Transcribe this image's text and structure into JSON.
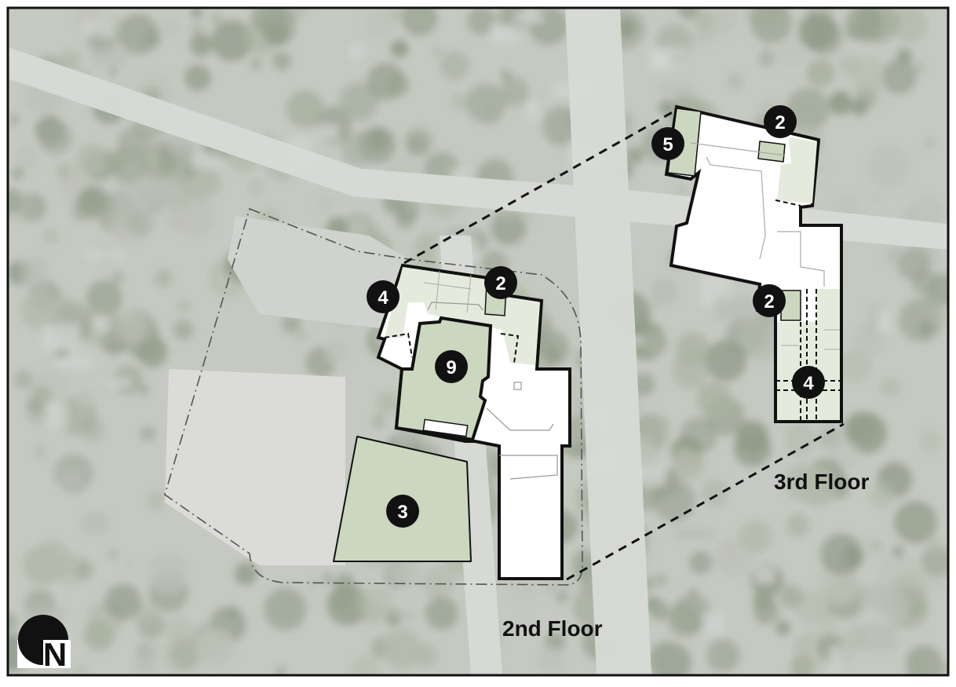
{
  "map": {
    "floor_labels": {
      "second": "2nd Floor",
      "third": "3rd Floor"
    },
    "markers": [
      {
        "id": "second-floor-4",
        "label": "4"
      },
      {
        "id": "second-floor-2",
        "label": "2"
      },
      {
        "id": "second-floor-9",
        "label": "9"
      },
      {
        "id": "second-floor-3",
        "label": "3"
      },
      {
        "id": "third-floor-5",
        "label": "5"
      },
      {
        "id": "third-floor-2-top",
        "label": "2"
      },
      {
        "id": "third-floor-2-bottom",
        "label": "2"
      },
      {
        "id": "third-floor-4",
        "label": "4"
      }
    ],
    "north_arrow": {
      "icon": "north-arrow-icon",
      "letter": "N"
    }
  },
  "colors": {
    "aerial_base": "#b9beb4",
    "tree_canopy": "#8f9a85",
    "road": "#d2d3cf",
    "program_green": "#cbd8bf",
    "program_green_light": "#e4ebdc",
    "building_white": "#ffffff",
    "outline": "#111111",
    "marker_fill": "#111111"
  }
}
